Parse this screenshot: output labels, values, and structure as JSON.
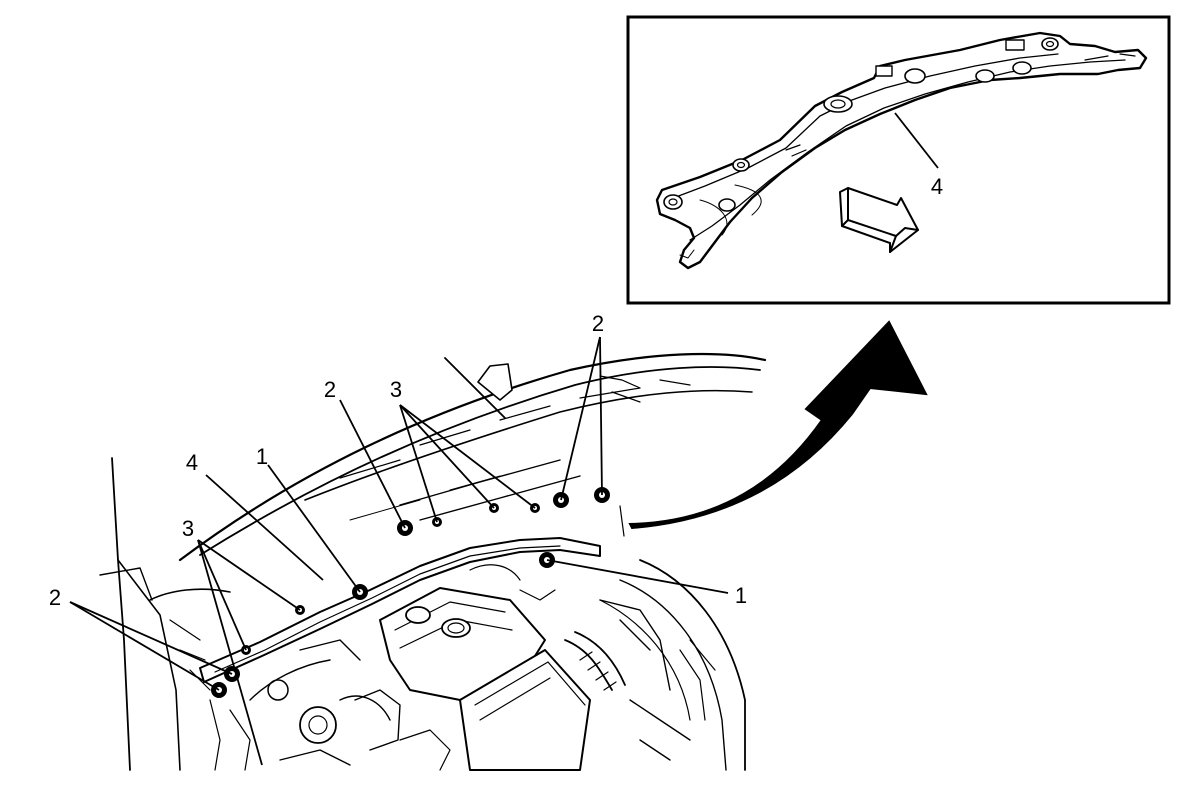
{
  "figure": {
    "inset": {
      "callout": "4"
    },
    "callouts": [
      {
        "id": "c-2-left",
        "label": "2",
        "part": "fastener"
      },
      {
        "id": "c-3-left",
        "label": "3",
        "part": "fastener"
      },
      {
        "id": "c-4-main",
        "label": "4",
        "part": "brace"
      },
      {
        "id": "c-1-left",
        "label": "1",
        "part": "fastener"
      },
      {
        "id": "c-2-mid",
        "label": "2",
        "part": "fastener"
      },
      {
        "id": "c-3-mid",
        "label": "3",
        "part": "fastener"
      },
      {
        "id": "c-2-right",
        "label": "2",
        "part": "fastener"
      },
      {
        "id": "c-1-right",
        "label": "1",
        "part": "fastener"
      }
    ]
  },
  "colors": {
    "ink": "#000000",
    "paper": "#ffffff"
  },
  "icons": {
    "direction": "forward-arrow-icon",
    "transfer": "curved-arrow-icon"
  }
}
